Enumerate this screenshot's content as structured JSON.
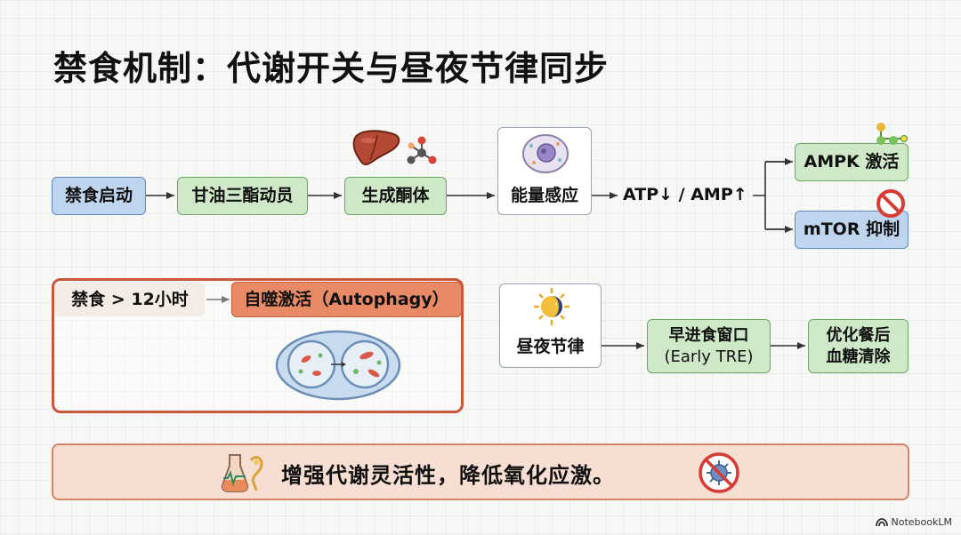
{
  "title": "禁食机制：代谢开关与昼夜节律同步",
  "nodes": {
    "fasting_start": "禁食启动",
    "glycerol": "甘油三酯动员",
    "ketone": "生成酮体",
    "energy_sensing": "能量感应",
    "atp_amp": "ATP↓ / AMP↑",
    "ampk": "AMPK 激活",
    "mtor": "mTOR 抑制",
    "fasting_12h": "禁食 > 12小时",
    "autophagy": "自噬激活（Autophagy）",
    "circadian": "昼夜节律",
    "early_tre_line1": "早进食窗口",
    "early_tre_line2": "(Early TRE)",
    "glucose_line1": "优化餐后",
    "glucose_line2": "血糖清除"
  },
  "icons": {
    "liver": "liver-icon",
    "molecule": "ketone-molecule-icon",
    "cell": "cell-icon",
    "ampk_molecule": "ampk-molecule-icon",
    "prohibit": "prohibit-icon",
    "sun_moon": "sun-moon-icon",
    "autophagy_cell": "autophagy-cell-icon",
    "flask": "flask-icon",
    "virus": "virus-crossed-icon"
  },
  "banner": {
    "text": "增强代谢灵活性，降低氧化应激。"
  },
  "brand": "NotebookLM",
  "colors": {
    "blue_fill": "#bfd5ee",
    "green_fill": "#cfe8c8",
    "orange_fill": "#e98a66",
    "panel_border": "#c9583a",
    "banner_fill": "#f6ded2"
  }
}
